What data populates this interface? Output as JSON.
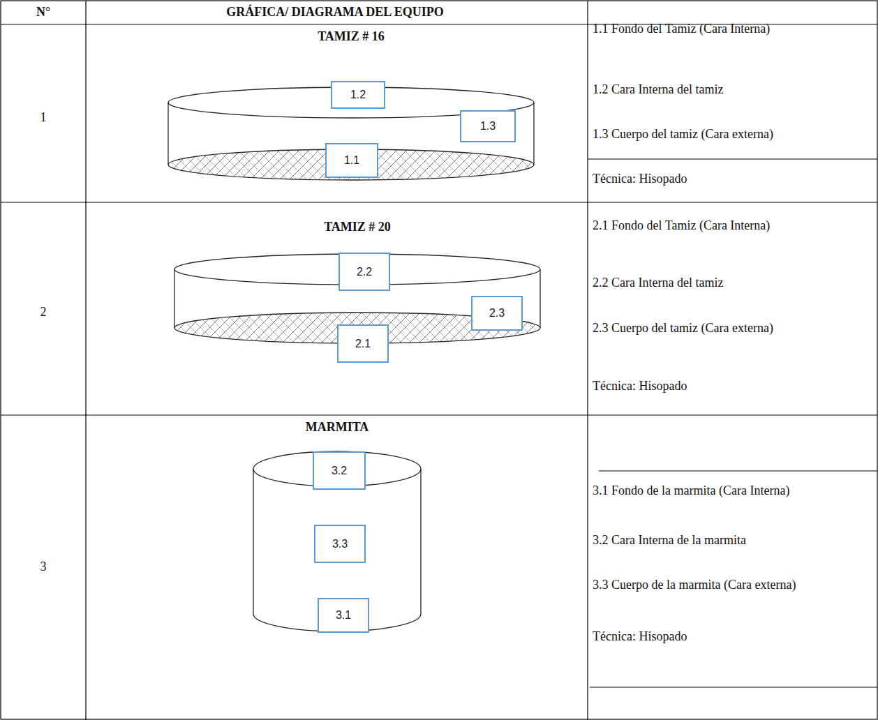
{
  "diagram": {
    "nodes": [
      {
        "text": [
          "1.2"
        ]
      },
      {
        "text": [
          "1.3"
        ]
      },
      {
        "text": [
          "1.1"
        ]
      },
      {
        "text": [
          "2.2"
        ]
      },
      {
        "text": [
          "2.3"
        ]
      },
      {
        "text": [
          "2.1"
        ]
      },
      {
        "text": [
          "3.2"
        ]
      },
      {
        "text": [
          "3.3"
        ]
      },
      {
        "text": [
          "3.1"
        ]
      }
    ],
    "labels": [
      "N°",
      "GRÁFICA/ DIAGRAMA DEL EQUIPO",
      "1",
      "TAMIZ # 16",
      "1.1 Fondo del Tamiz (Cara Interna)",
      "1.2 Cara Interna del tamiz",
      "1.3 Cuerpo del tamiz (Cara externa)",
      "Técnica: Hisopado",
      "2",
      "TAMIZ # 20",
      "2.1 Fondo del Tamiz (Cara Interna)",
      "2.2 Cara Interna del tamiz",
      "2.3 Cuerpo del tamiz (Cara externa)",
      "Técnica: Hisopado",
      "3",
      "MARMITA",
      "3.1 Fondo de la marmita (Cara Interna)",
      "3.2 Cara Interna de la marmita",
      "3.3 Cuerpo de la marmita (Cara externa)",
      "Técnica: Hisopado"
    ]
  }
}
